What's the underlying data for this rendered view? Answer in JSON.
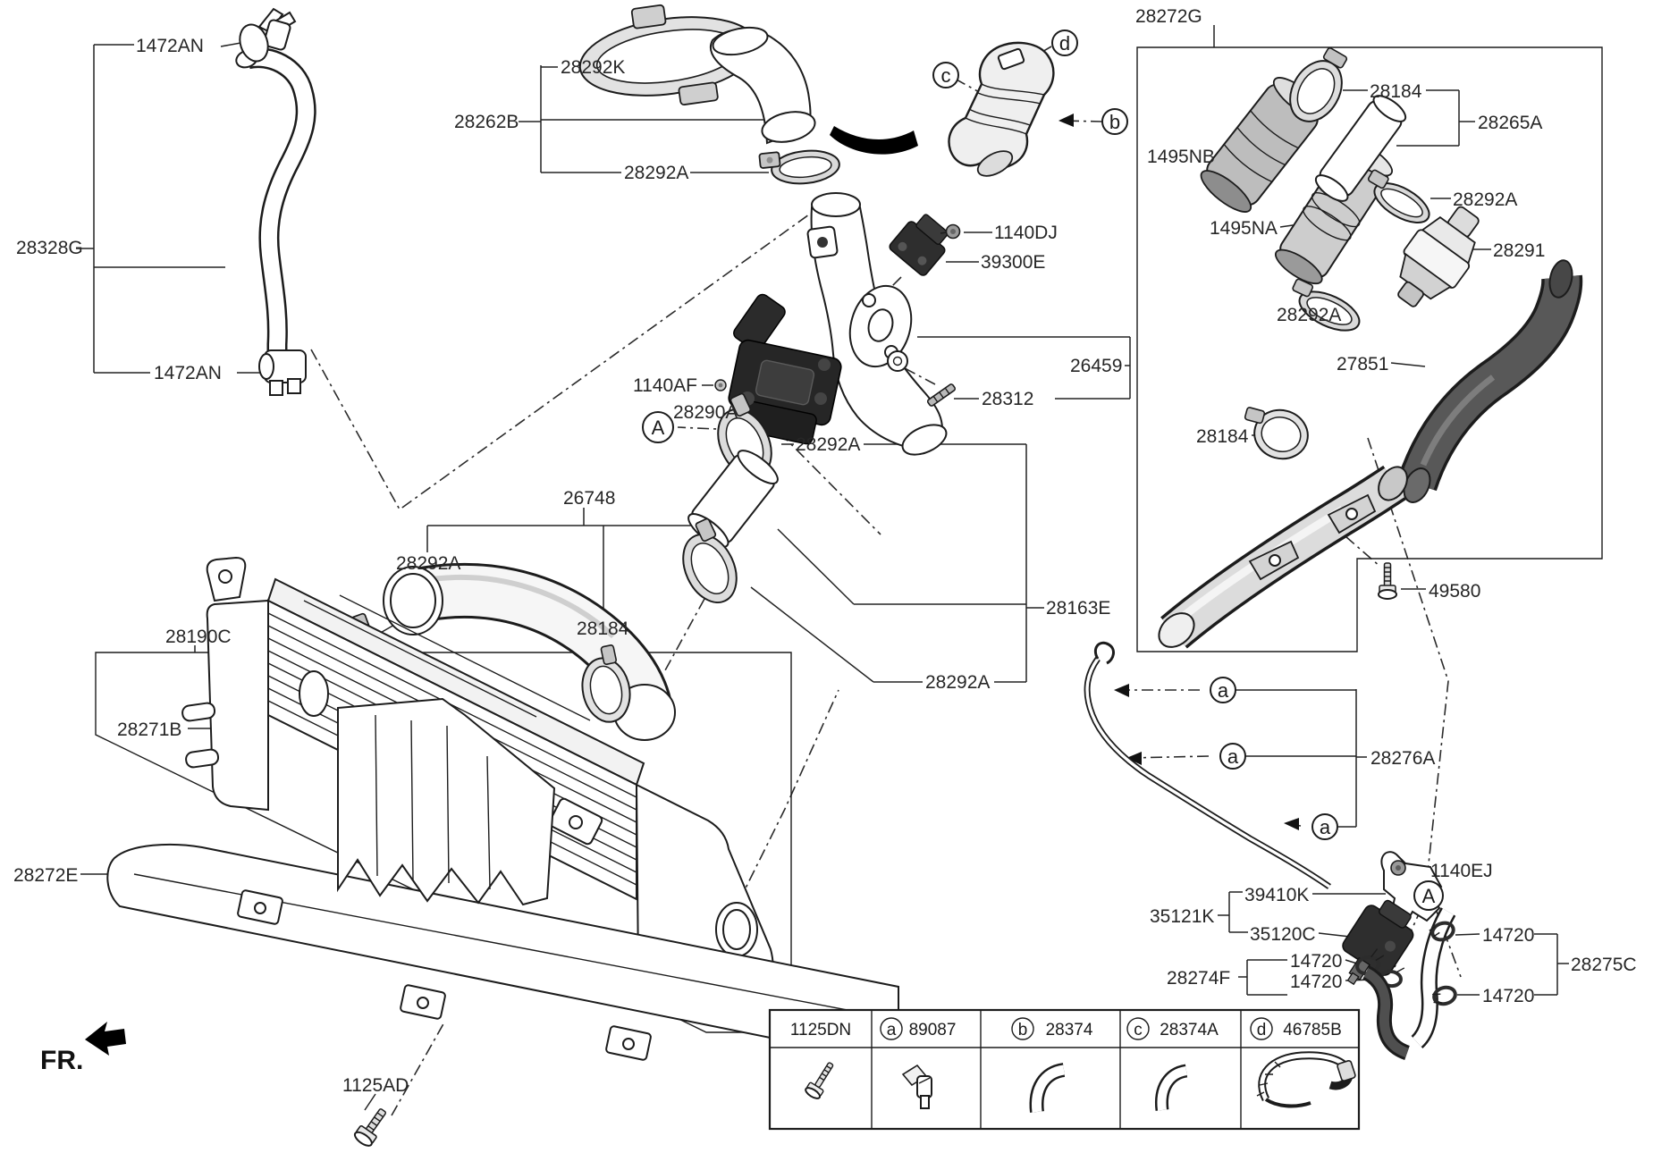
{
  "diagram": {
    "fr": "FR.",
    "callouts": {
      "a": "a",
      "b": "b",
      "c": "c",
      "d": "d",
      "A": "A"
    },
    "labels": {
      "k1472an_top": "1472AN",
      "k28328g": "28328G",
      "k1472an_bot": "1472AN",
      "k28292k": "28292K",
      "k28262b": "28262B",
      "k28292a_top": "28292A",
      "k1140dj": "1140DJ",
      "k39300e": "39300E",
      "k26459": "26459",
      "k28312": "28312",
      "k1140af": "1140AF",
      "k28290a": "28290A",
      "k26748": "26748",
      "k28292a_left": "28292A",
      "k28184_mid": "28184",
      "k28190c": "28190C",
      "k28271b": "28271B",
      "k28272e": "28272E",
      "k1125ad": "1125AD",
      "k28292a_grp_top": "28292A",
      "k28163e": "28163E",
      "k28292a_grp_bot": "28292A",
      "k28272g": "28272G",
      "k1495nb": "1495NB",
      "k1495na": "1495NA",
      "k28184_box": "28184",
      "k28265a": "28265A",
      "k28292a_box1": "28292A",
      "k28291": "28291",
      "k28292a_box2": "28292A",
      "k27851": "27851",
      "k28184_pipe": "28184",
      "k49580": "49580",
      "k28276a": "28276A",
      "k1140ej": "1140EJ",
      "k39410k": "39410K",
      "k35121k": "35121K",
      "k35120c": "35120C",
      "k14720_1": "14720",
      "k14720_2": "14720",
      "k28274f": "28274F",
      "k14720_3": "14720",
      "k28275c": "28275C",
      "k14720_4": "14720"
    },
    "table": {
      "columns": [
        {
          "letter": "",
          "code": "1125DN"
        },
        {
          "letter": "a",
          "code": "89087"
        },
        {
          "letter": "b",
          "code": "28374"
        },
        {
          "letter": "c",
          "code": "28374A"
        },
        {
          "letter": "d",
          "code": "46785B"
        }
      ]
    },
    "colors": {
      "line": "#1c1c1c",
      "dark_hose": "#575757",
      "black_part": "#262626",
      "light_gray": "#e3e3e3",
      "mid_gray": "#b9b9b9"
    }
  }
}
